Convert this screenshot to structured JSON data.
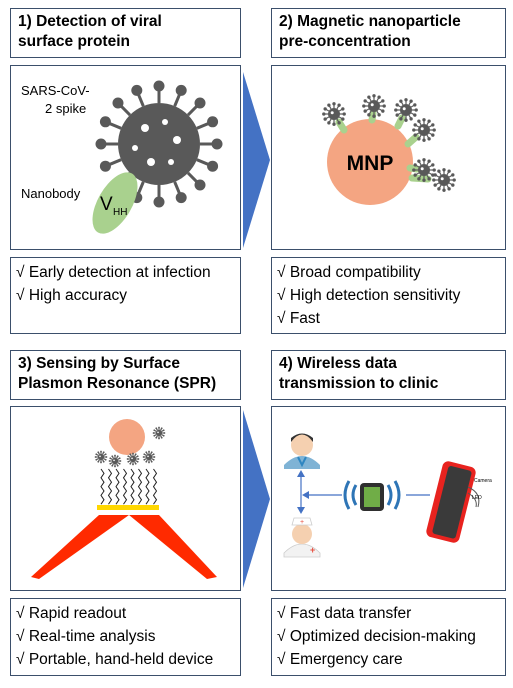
{
  "panel1": {
    "title_lines": [
      "1) Detection of viral",
      "surface protein"
    ],
    "spike_label_lines": [
      "SARS-CoV-",
      "2 spike"
    ],
    "nanobody_label": "Nanobody",
    "vhh_main": "V",
    "vhh_sub": "HH",
    "bullets": [
      "√ Early detection at infection",
      "√ High accuracy"
    ]
  },
  "panel2": {
    "title_lines": [
      "2) Magnetic nanoparticle",
      "pre-concentration"
    ],
    "mnp_label": "MNP",
    "bullets": [
      "√ Broad compatibility",
      "√ High detection sensitivity",
      "√ Fast"
    ]
  },
  "panel3": {
    "title_lines": [
      "3) Sensing by Surface",
      "Plasmon Resonance (SPR)"
    ],
    "bullets": [
      "√ Rapid readout",
      "√ Real-time analysis",
      "√ Portable, hand-held device"
    ]
  },
  "panel4": {
    "title_lines": [
      "4) Wireless data",
      "transmission to clinic"
    ],
    "phone_labels": [
      "Camera",
      "LED"
    ],
    "bullets": [
      "√ Fast data transfer",
      "√ Optimized decision-making",
      "√ Emergency care"
    ]
  },
  "colors": {
    "border": "#3b4f6b",
    "arrow": "#4472c4",
    "virus": "#595959",
    "mnp": "#f4a582",
    "nanobody": "#a9d18e",
    "laser": "#ff2a00",
    "gold": "#ffd700"
  }
}
